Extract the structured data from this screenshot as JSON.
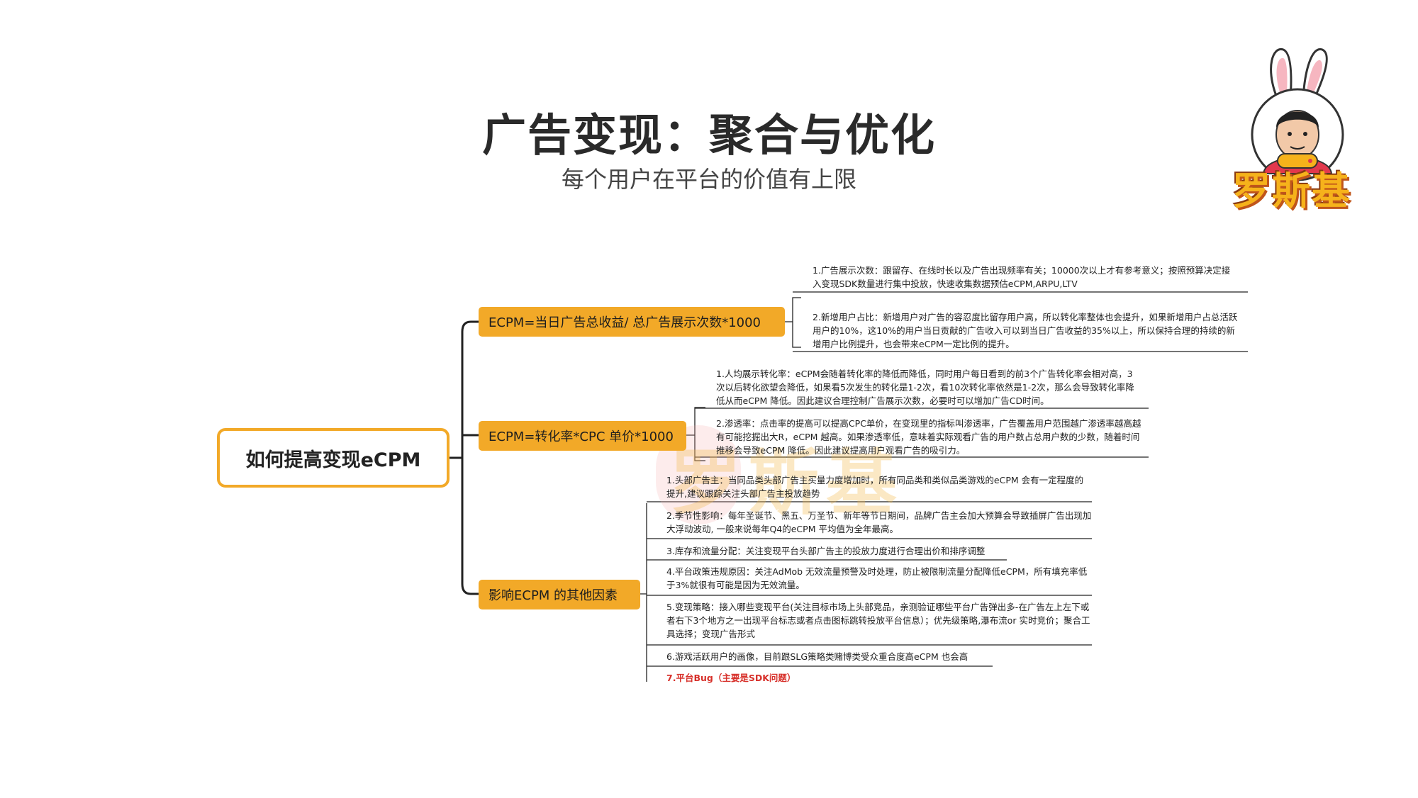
{
  "title": "广告变现：聚合与优化",
  "subtitle": "每个用户在平台的价值有上限",
  "mindmap": {
    "root": "如何提高变现eCPM",
    "branches": [
      {
        "label": "ECPM=当日广告总收益/ 总广告展示次数*1000",
        "notes": [
          "1.广告展示次数：跟留存、在线时长以及广告出现频率有关；10000次以上才有参考意义；按照预算决定接入变现SDK数量进行集中投放，快速收集数据预估eCPM,ARPU,LTV",
          "2.新增用户占比：新增用户对广告的容忍度比留存用户高，所以转化率整体也会提升，如果新增用户占总活跃用户的10%，这10%的用户当日贡献的广告收入可以到当日广告收益的35%以上，所以保持合理的持续的新增用户比例提升，也会带来eCPM一定比例的提升。"
        ]
      },
      {
        "label": "ECPM=转化率*CPC 单价*1000",
        "notes": [
          "1.人均展示转化率：eCPM会随着转化率的降低而降低，同时用户每日看到的前3个广告转化率会相对高，3次以后转化欲望会降低，如果看5次发生的转化是1-2次，看10次转化率依然是1-2次，那么会导致转化率降低从而eCPM 降低。因此建议合理控制广告展示次数，必要时可以增加广告CD时间。",
          "2.渗透率：点击率的提高可以提高CPC单价，在变现里的指标叫渗透率，广告覆盖用户范围越广渗透率越高越有可能挖掘出大R，eCPM 越高。如果渗透率低，意味着实际观看广告的用户数占总用户数的少数，随着时间推移会导致eCPM 降低。因此建议提高用户观看广告的吸引力。"
        ]
      },
      {
        "label": "影响ECPM 的其他因素",
        "notes": [
          "1.头部广告主：当同品类头部广告主买量力度增加时，所有同品类和类似品类游戏的eCPM 会有一定程度的提升,建议跟踪关注头部广告主投放趋势",
          "2.季节性影响：每年圣诞节、黑五、万圣节、新年等节日期间，品牌广告主会加大预算会导致插屏广告出现加大浮动波动, 一般来说每年Q4的eCPM 平均值为全年最高。",
          "3.库存和流量分配：关注变现平台头部广告主的投放力度进行合理出价和排序调整",
          "4.平台政策违规原因：关注AdMob 无效流量预警及时处理，防止被限制流量分配降低eCPM，所有填充率低于3%就很有可能是因为无效流量。",
          "5.变现策略：接入哪些变现平台(关注目标市场上头部竞品，亲测验证哪些平台广告弹出多-在广告左上左下或者右下3个地方之一出现平台标志或者点击图标跳转投放平台信息）；优先级策略,瀑布流or 实时竞价；聚合工具选择；变现广告形式",
          "6.游戏活跃用户的画像，目前跟SLG策略类赌博类受众重合度高eCPM 也会高",
          "7.平台Bug（主要是SDK问题）"
        ]
      }
    ]
  },
  "watermark": "罗斯基",
  "logo": {
    "text": "罗斯基"
  }
}
